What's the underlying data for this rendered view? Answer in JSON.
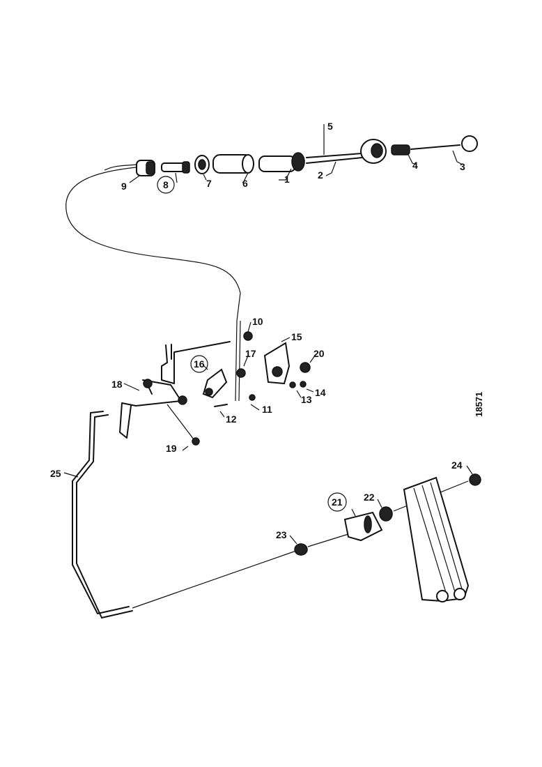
{
  "callouts": [
    {
      "id": "1",
      "circled": false
    },
    {
      "id": "2",
      "circled": false
    },
    {
      "id": "3",
      "circled": false
    },
    {
      "id": "4",
      "circled": false
    },
    {
      "id": "5",
      "circled": false
    },
    {
      "id": "6",
      "circled": false
    },
    {
      "id": "7",
      "circled": false
    },
    {
      "id": "8",
      "circled": true
    },
    {
      "id": "9",
      "circled": false
    },
    {
      "id": "10",
      "circled": false
    },
    {
      "id": "11",
      "circled": false
    },
    {
      "id": "12",
      "circled": false
    },
    {
      "id": "13",
      "circled": false
    },
    {
      "id": "14",
      "circled": false
    },
    {
      "id": "15",
      "circled": false
    },
    {
      "id": "16",
      "circled": true
    },
    {
      "id": "17",
      "circled": false
    },
    {
      "id": "18",
      "circled": false
    },
    {
      "id": "19",
      "circled": false
    },
    {
      "id": "20",
      "circled": false
    },
    {
      "id": "21",
      "circled": true
    },
    {
      "id": "22",
      "circled": false
    },
    {
      "id": "23",
      "circled": false
    },
    {
      "id": "24",
      "circled": false
    },
    {
      "id": "25",
      "circled": false
    }
  ],
  "reference_number": "18571"
}
